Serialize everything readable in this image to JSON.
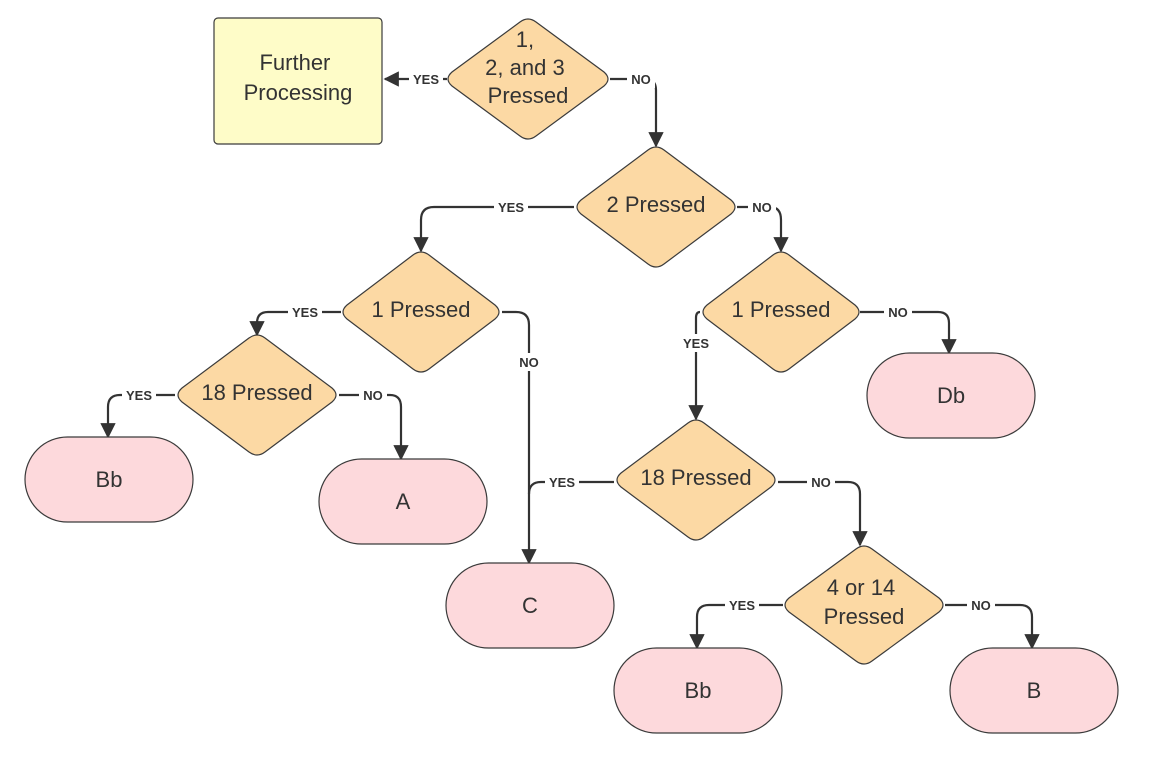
{
  "nodes": {
    "further_processing": {
      "lines": [
        "Further",
        "Processing"
      ]
    },
    "d_123": {
      "lines": [
        "1,",
        "2, and 3",
        "Pressed"
      ]
    },
    "d_2": {
      "lines": [
        "2 Pressed"
      ]
    },
    "d_1_left": {
      "lines": [
        "1 Pressed"
      ]
    },
    "d_1_right": {
      "lines": [
        "1 Pressed"
      ]
    },
    "d_18_left": {
      "lines": [
        "18 Pressed"
      ]
    },
    "d_18_right": {
      "lines": [
        "18 Pressed"
      ]
    },
    "d_4_14": {
      "lines": [
        "4 or 14",
        "Pressed"
      ]
    },
    "t_bb_left": {
      "lines": [
        "Bb"
      ]
    },
    "t_a": {
      "lines": [
        "A"
      ]
    },
    "t_c": {
      "lines": [
        "C"
      ]
    },
    "t_db": {
      "lines": [
        "Db"
      ]
    },
    "t_bb_bottom": {
      "lines": [
        "Bb"
      ]
    },
    "t_b": {
      "lines": [
        "B"
      ]
    }
  },
  "edges": {
    "e_123_yes": "YES",
    "e_123_no": "NO",
    "e_2_yes": "YES",
    "e_2_no": "NO",
    "e_1l_yes": "YES",
    "e_1l_no": "NO",
    "e_18l_yes": "YES",
    "e_18l_no": "NO",
    "e_1r_yes": "YES",
    "e_1r_no": "NO",
    "e_18r_yes": "YES",
    "e_18r_no": "NO",
    "e_414_yes": "YES",
    "e_414_no": "NO"
  },
  "colors": {
    "decision_fill": "#fcd9a4",
    "terminal_fill": "#fdd9dc",
    "process_fill": "#fefcc8",
    "line": "#333333"
  }
}
